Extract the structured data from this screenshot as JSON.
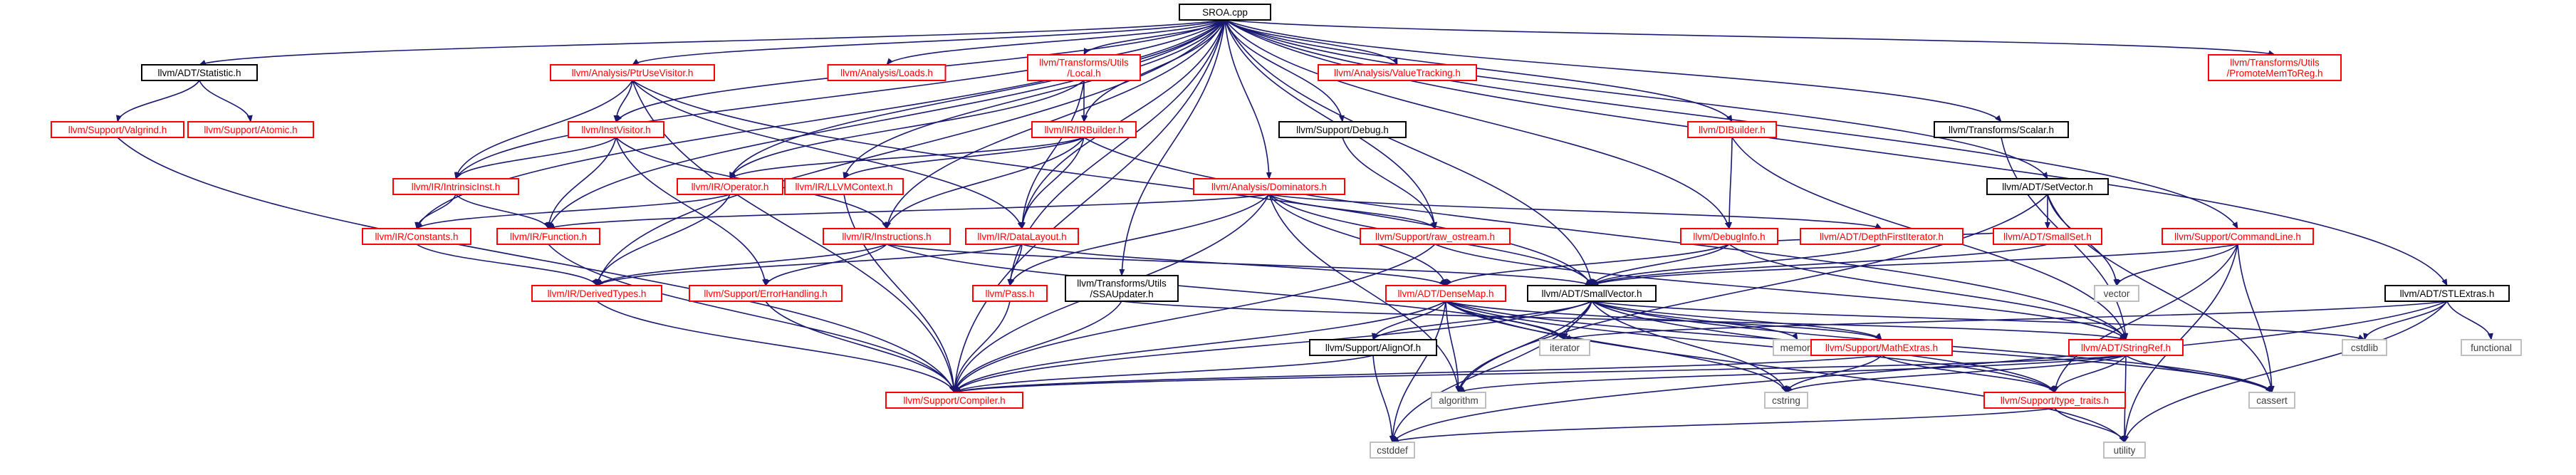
{
  "colors": {
    "root_fill": "#bfbfbf",
    "root_border": "#000000",
    "doc_border": "#ff0000",
    "doc_text": "#ff0000",
    "plain_border": "#000000",
    "plain_text": "#000000",
    "sys_border": "#bfbfbf",
    "sys_text": "#404040",
    "edge": "#191970"
  },
  "nodes": {
    "root": {
      "label": [
        "SROA.cpp"
      ],
      "kind": "root"
    },
    "statistic": {
      "label": [
        "llvm/ADT/Statistic.h"
      ],
      "kind": "plain"
    },
    "valgrind": {
      "label": [
        "llvm/Support/Valgrind.h"
      ],
      "kind": "doc"
    },
    "atomic": {
      "label": [
        "llvm/Support/Atomic.h"
      ],
      "kind": "doc"
    },
    "ptruse": {
      "label": [
        "llvm/Analysis/PtrUseVisitor.h"
      ],
      "kind": "doc"
    },
    "loads": {
      "label": [
        "llvm/Analysis/Loads.h"
      ],
      "kind": "doc"
    },
    "tulocal": {
      "label": [
        "llvm/Transforms/Utils",
        "/Local.h"
      ],
      "kind": "doc"
    },
    "valuetracking": {
      "label": [
        "llvm/Analysis/ValueTracking.h"
      ],
      "kind": "doc"
    },
    "promotemem": {
      "label": [
        "llvm/Transforms/Utils",
        "/PromoteMemToReg.h"
      ],
      "kind": "doc"
    },
    "instvisitor": {
      "label": [
        "llvm/InstVisitor.h"
      ],
      "kind": "doc"
    },
    "irbuilder": {
      "label": [
        "llvm/IR/IRBuilder.h"
      ],
      "kind": "doc"
    },
    "debug": {
      "label": [
        "llvm/Support/Debug.h"
      ],
      "kind": "plain"
    },
    "scalar": {
      "label": [
        "llvm/Transforms/Scalar.h"
      ],
      "kind": "plain"
    },
    "dibuilder": {
      "label": [
        "llvm/DIBuilder.h"
      ],
      "kind": "doc"
    },
    "intrinsic": {
      "label": [
        "llvm/IR/IntrinsicInst.h"
      ],
      "kind": "doc"
    },
    "operator": {
      "label": [
        "llvm/IR/Operator.h"
      ],
      "kind": "doc"
    },
    "llvmcontext": {
      "label": [
        "llvm/IR/LLVMContext.h"
      ],
      "kind": "doc"
    },
    "dominators": {
      "label": [
        "llvm/Analysis/Dominators.h"
      ],
      "kind": "doc"
    },
    "setvector": {
      "label": [
        "llvm/ADT/SetVector.h"
      ],
      "kind": "plain"
    },
    "constants": {
      "label": [
        "llvm/IR/Constants.h"
      ],
      "kind": "doc"
    },
    "function": {
      "label": [
        "llvm/IR/Function.h"
      ],
      "kind": "doc"
    },
    "instructions": {
      "label": [
        "llvm/IR/Instructions.h"
      ],
      "kind": "doc"
    },
    "datalayout": {
      "label": [
        "llvm/IR/DataLayout.h"
      ],
      "kind": "doc"
    },
    "rawostream": {
      "label": [
        "llvm/Support/raw_ostream.h"
      ],
      "kind": "doc"
    },
    "debuginfo": {
      "label": [
        "llvm/DebugInfo.h"
      ],
      "kind": "doc"
    },
    "dfiter": {
      "label": [
        "llvm/ADT/DepthFirstIterator.h"
      ],
      "kind": "doc"
    },
    "smallset": {
      "label": [
        "llvm/ADT/SmallSet.h"
      ],
      "kind": "doc"
    },
    "commandline": {
      "label": [
        "llvm/Support/CommandLine.h"
      ],
      "kind": "doc"
    },
    "derivedtypes": {
      "label": [
        "llvm/IR/DerivedTypes.h"
      ],
      "kind": "doc"
    },
    "errorhandling": {
      "label": [
        "llvm/Support/ErrorHandling.h"
      ],
      "kind": "doc"
    },
    "pass": {
      "label": [
        "llvm/Pass.h"
      ],
      "kind": "doc"
    },
    "ssaupdater": {
      "label": [
        "llvm/Transforms/Utils",
        "/SSAUpdater.h"
      ],
      "kind": "plain"
    },
    "densemap": {
      "label": [
        "llvm/ADT/DenseMap.h"
      ],
      "kind": "doc"
    },
    "smallvector": {
      "label": [
        "llvm/ADT/SmallVector.h"
      ],
      "kind": "plain"
    },
    "vector": {
      "label": [
        "vector"
      ],
      "kind": "sys"
    },
    "stlextras": {
      "label": [
        "llvm/ADT/STLExtras.h"
      ],
      "kind": "plain"
    },
    "alignof": {
      "label": [
        "llvm/Support/AlignOf.h"
      ],
      "kind": "plain"
    },
    "iterator": {
      "label": [
        "iterator"
      ],
      "kind": "sys"
    },
    "memory": {
      "label": [
        "memory"
      ],
      "kind": "sys"
    },
    "mathextras": {
      "label": [
        "llvm/Support/MathExtras.h"
      ],
      "kind": "doc"
    },
    "stringref": {
      "label": [
        "llvm/ADT/StringRef.h"
      ],
      "kind": "doc"
    },
    "cstdlib": {
      "label": [
        "cstdlib"
      ],
      "kind": "sys"
    },
    "functional": {
      "label": [
        "functional"
      ],
      "kind": "sys"
    },
    "compiler": {
      "label": [
        "llvm/Support/Compiler.h"
      ],
      "kind": "doc"
    },
    "algorithm": {
      "label": [
        "algorithm"
      ],
      "kind": "sys"
    },
    "cstring": {
      "label": [
        "cstring"
      ],
      "kind": "sys"
    },
    "typetraits": {
      "label": [
        "llvm/Support/type_traits.h"
      ],
      "kind": "doc"
    },
    "cassert": {
      "label": [
        "cassert"
      ],
      "kind": "sys"
    },
    "cstddef": {
      "label": [
        "cstddef"
      ],
      "kind": "sys"
    },
    "utility": {
      "label": [
        "utility"
      ],
      "kind": "sys"
    }
  },
  "edges": [
    [
      "root",
      "statistic"
    ],
    [
      "root",
      "ptruse"
    ],
    [
      "root",
      "loads"
    ],
    [
      "root",
      "tulocal"
    ],
    [
      "root",
      "valuetracking"
    ],
    [
      "root",
      "promotemem"
    ],
    [
      "root",
      "instvisitor"
    ],
    [
      "root",
      "irbuilder"
    ],
    [
      "root",
      "debug"
    ],
    [
      "root",
      "scalar"
    ],
    [
      "root",
      "dibuilder"
    ],
    [
      "root",
      "intrinsic"
    ],
    [
      "root",
      "operator"
    ],
    [
      "root",
      "llvmcontext"
    ],
    [
      "root",
      "dominators"
    ],
    [
      "root",
      "setvector"
    ],
    [
      "root",
      "constants"
    ],
    [
      "root",
      "function"
    ],
    [
      "root",
      "instructions"
    ],
    [
      "root",
      "datalayout"
    ],
    [
      "root",
      "rawostream"
    ],
    [
      "root",
      "debuginfo"
    ],
    [
      "root",
      "commandline"
    ],
    [
      "root",
      "derivedtypes"
    ],
    [
      "root",
      "pass"
    ],
    [
      "root",
      "ssaupdater"
    ],
    [
      "root",
      "smallvector"
    ],
    [
      "root",
      "stlextras"
    ],
    [
      "root",
      "compiler"
    ],
    [
      "statistic",
      "valgrind"
    ],
    [
      "statistic",
      "atomic"
    ],
    [
      "valgrind",
      "compiler"
    ],
    [
      "ptruse",
      "instvisitor"
    ],
    [
      "ptruse",
      "intrinsic"
    ],
    [
      "ptruse",
      "datalayout"
    ],
    [
      "ptruse",
      "smallvector"
    ],
    [
      "ptruse",
      "compiler"
    ],
    [
      "tulocal",
      "irbuilder"
    ],
    [
      "tulocal",
      "operator"
    ],
    [
      "tulocal",
      "datalayout"
    ],
    [
      "instvisitor",
      "intrinsic"
    ],
    [
      "instvisitor",
      "function"
    ],
    [
      "instvisitor",
      "instructions"
    ],
    [
      "instvisitor",
      "errorhandling"
    ],
    [
      "irbuilder",
      "operator"
    ],
    [
      "irbuilder",
      "llvmcontext"
    ],
    [
      "irbuilder",
      "instructions"
    ],
    [
      "irbuilder",
      "datalayout"
    ],
    [
      "irbuilder",
      "stringref"
    ],
    [
      "debug",
      "rawostream"
    ],
    [
      "scalar",
      "stringref"
    ],
    [
      "dibuilder",
      "debuginfo"
    ],
    [
      "dibuilder",
      "stringref"
    ],
    [
      "intrinsic",
      "constants"
    ],
    [
      "intrinsic",
      "function"
    ],
    [
      "operator",
      "constants"
    ],
    [
      "operator",
      "derivedtypes"
    ],
    [
      "llvmcontext",
      "compiler"
    ],
    [
      "dominators",
      "function"
    ],
    [
      "dominators",
      "dfiter"
    ],
    [
      "dominators",
      "rawostream"
    ],
    [
      "dominators",
      "densemap"
    ],
    [
      "dominators",
      "pass"
    ],
    [
      "dominators",
      "smallvector"
    ],
    [
      "dominators",
      "compiler"
    ],
    [
      "dominators",
      "algorithm"
    ],
    [
      "setvector",
      "smallset"
    ],
    [
      "setvector",
      "vector"
    ],
    [
      "setvector",
      "cassert"
    ],
    [
      "setvector",
      "algorithm"
    ],
    [
      "constants",
      "derivedtypes"
    ],
    [
      "function",
      "compiler"
    ],
    [
      "instructions",
      "derivedtypes"
    ],
    [
      "instructions",
      "errorhandling"
    ],
    [
      "instructions",
      "smallvector"
    ],
    [
      "instructions",
      "iterator"
    ],
    [
      "datalayout",
      "derivedtypes"
    ],
    [
      "datalayout",
      "densemap"
    ],
    [
      "datalayout",
      "pass"
    ],
    [
      "rawostream",
      "compiler"
    ],
    [
      "rawostream",
      "stringref"
    ],
    [
      "debuginfo",
      "densemap"
    ],
    [
      "debuginfo",
      "smallvector"
    ],
    [
      "debuginfo",
      "smallset"
    ],
    [
      "debuginfo",
      "stringref"
    ],
    [
      "dfiter",
      "smallvector"
    ],
    [
      "smallset",
      "smallvector"
    ],
    [
      "commandline",
      "smallvector"
    ],
    [
      "commandline",
      "typetraits"
    ],
    [
      "commandline",
      "vector"
    ],
    [
      "commandline",
      "cassert"
    ],
    [
      "commandline",
      "utility"
    ],
    [
      "derivedtypes",
      "compiler"
    ],
    [
      "errorhandling",
      "compiler"
    ],
    [
      "pass",
      "compiler"
    ],
    [
      "ssaupdater",
      "compiler"
    ],
    [
      "ssaupdater",
      "stringref"
    ],
    [
      "densemap",
      "alignof"
    ],
    [
      "densemap",
      "mathextras"
    ],
    [
      "densemap",
      "typetraits"
    ],
    [
      "densemap",
      "iterator"
    ],
    [
      "densemap",
      "algorithm"
    ],
    [
      "densemap",
      "cassert"
    ],
    [
      "densemap",
      "cstddef"
    ],
    [
      "densemap",
      "cstring"
    ],
    [
      "densemap",
      "utility"
    ],
    [
      "densemap",
      "compiler"
    ],
    [
      "smallvector",
      "alignof"
    ],
    [
      "smallvector",
      "compiler"
    ],
    [
      "smallvector",
      "typetraits"
    ],
    [
      "smallvector",
      "algorithm"
    ],
    [
      "smallvector",
      "cassert"
    ],
    [
      "smallvector",
      "cstddef"
    ],
    [
      "smallvector",
      "cstdlib"
    ],
    [
      "smallvector",
      "cstring"
    ],
    [
      "smallvector",
      "iterator"
    ],
    [
      "smallvector",
      "memory"
    ],
    [
      "smallvector",
      "mathextras"
    ],
    [
      "stlextras",
      "iterator"
    ],
    [
      "stlextras",
      "cstdlib"
    ],
    [
      "stlextras",
      "functional"
    ],
    [
      "stlextras",
      "utility"
    ],
    [
      "stlextras",
      "cstddef"
    ],
    [
      "alignof",
      "compiler"
    ],
    [
      "alignof",
      "cstddef"
    ],
    [
      "mathextras",
      "compiler"
    ],
    [
      "mathextras",
      "typetraits"
    ],
    [
      "mathextras",
      "cstring"
    ],
    [
      "stringref",
      "compiler"
    ],
    [
      "stringref",
      "typetraits"
    ],
    [
      "stringref",
      "algorithm"
    ],
    [
      "stringref",
      "cassert"
    ],
    [
      "stringref",
      "cstring"
    ],
    [
      "stringref",
      "utility"
    ],
    [
      "typetraits",
      "cstddef"
    ],
    [
      "typetraits",
      "utility"
    ]
  ]
}
